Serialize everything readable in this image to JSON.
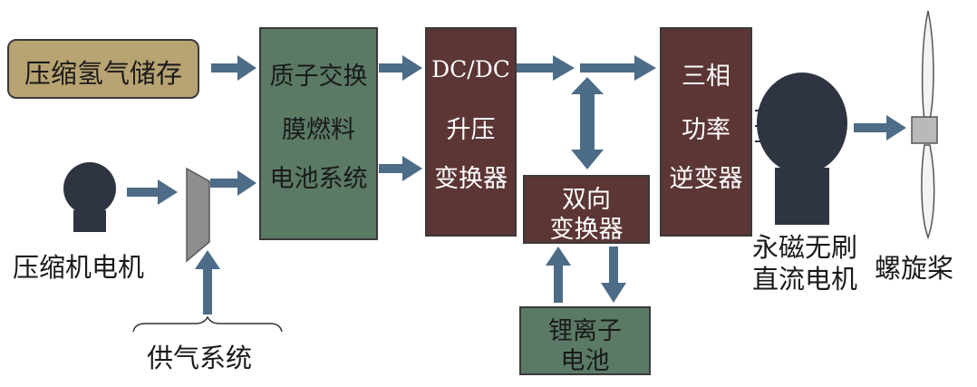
{
  "diagram": {
    "storage_label": "压缩氢气储存",
    "fuel_cell_lines": [
      "质子交换",
      "膜燃料",
      "电池系统"
    ],
    "dcdc_lines": [
      "DC/DC",
      "升压",
      "变换器"
    ],
    "bidirectional_lines": [
      "双向",
      "变换器"
    ],
    "battery_lines": [
      "锂离子",
      "电池"
    ],
    "inverter_lines": [
      "三相",
      "功率",
      "逆变器"
    ],
    "compressor_motor_label": "压缩机电机",
    "air_supply_label": "供气系统",
    "pm_motor_lines": [
      "永磁无刷",
      "直流电机"
    ],
    "propeller_label": "螺旋桨"
  },
  "colors": {
    "storage_fill": "#b8a372",
    "fuel_cell_fill": "#5a7a66",
    "converter_fill": "#5c3535",
    "battery_fill": "#5a7a66",
    "arrow": "#4d6c87",
    "motor": "#2e3442",
    "compressor_fill": "#8e8e8e",
    "prop_hub": "#b9b9b9"
  }
}
